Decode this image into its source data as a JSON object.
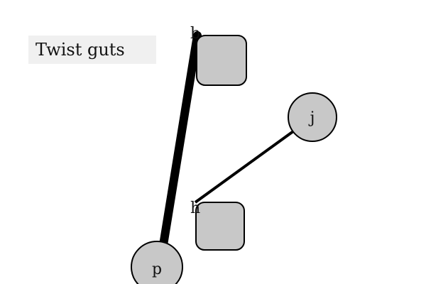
{
  "title": "Twist guts",
  "colors": {
    "background": "#ffffff",
    "title_bg": "#f0f0f0",
    "node_fill": "#c8c8c8",
    "stroke": "#000000"
  },
  "nodes": {
    "top_box": {
      "label": "b",
      "shape": "rounded-square"
    },
    "circle_j": {
      "label": "j",
      "shape": "circle"
    },
    "mid_box": {
      "label": "h",
      "shape": "rounded-square"
    },
    "circle_p": {
      "label": "p",
      "shape": "circle"
    }
  },
  "edges": [
    {
      "from": "circle_p",
      "to": "top_box",
      "weight": "thick"
    },
    {
      "from": "circle_j",
      "to": "mid_box",
      "weight": "thin"
    }
  ]
}
